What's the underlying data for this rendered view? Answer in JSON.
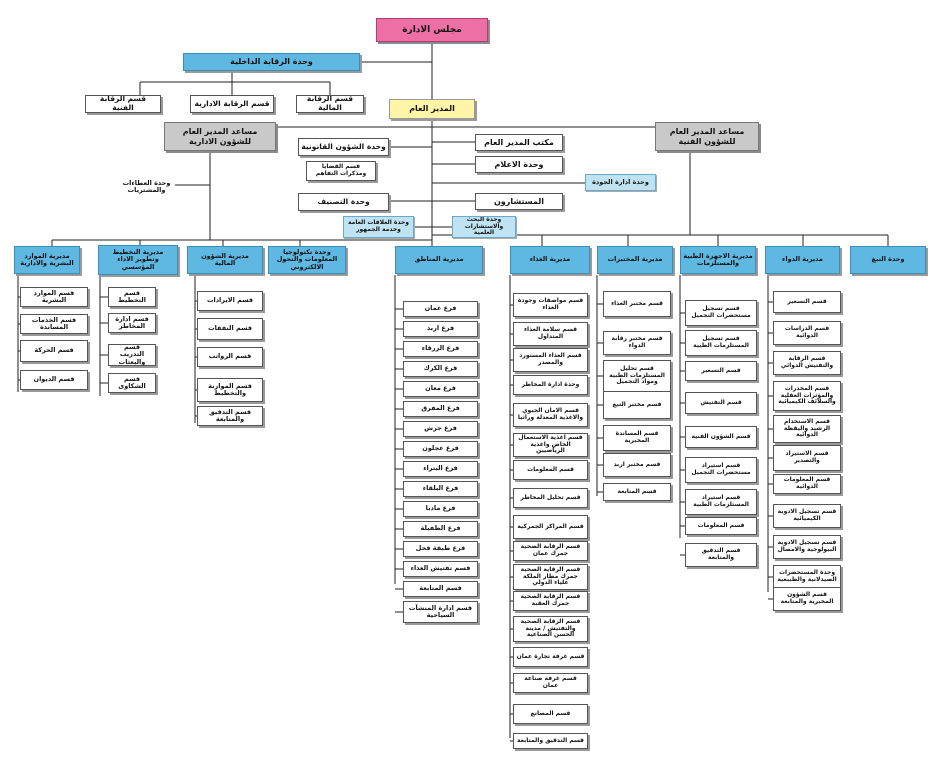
{
  "board": "مجلس الادارة",
  "internal_audit": {
    "unit": "وحدة الرقابة الداخلية",
    "sections": [
      "قسم الرقابة المالية",
      "قسم الرقابة الادارية",
      "قسم الرقابة الفنية"
    ]
  },
  "general_manager": "المدير العام",
  "assistant_admin": "مساعد المدير العام للشؤون الادارية",
  "assistant_tech": "مساعد المدير العام للشؤون الفنية",
  "staff_units": {
    "legal_unit": "وحدة الشؤون القانونية",
    "legal_section": "قسم القضايا ومذكرات التفاهم",
    "tenders_unit": "وحدة العطاءات والمشتريات",
    "classification_unit": "وحدة التصنيف",
    "gm_office": "مكتب المدير العام",
    "media_unit": "وحدة الاعلام",
    "quality_unit": "وحدة ادارة الجودة",
    "advisors": "المستشارون",
    "public_relations": "وحدة العلاقات العامة وخدمة الجمهور",
    "research_unit": "وحدة البحث والاستشارات العلمية"
  },
  "directorates": [
    {
      "name": "مديرية الموارد البشرية والادارية",
      "sections": [
        "قسم الموارد البشرية",
        "قسم الخدمات المساندة",
        "قسم الحركة",
        "قسم الديوان"
      ]
    },
    {
      "name": "مديرية التخطيط وتطوير الاداء المؤسسي",
      "sections": [
        "قسم التخطيط",
        "قسم ادارة المخاطر",
        "قسم التدريب والبعثات",
        "قسم الشكاوى"
      ]
    },
    {
      "name": "مديرية الشؤون المالية",
      "sections": [
        "قسم الايرادات",
        "قسم النفقات",
        "قسم الرواتب",
        "قسم الموازنة والتخطيط",
        "قسم التدقيق والمتابعة"
      ]
    },
    {
      "name": "وحدة تكنولوجيا المعلومات والتحول الالكتروني",
      "sections": []
    },
    {
      "name": "مديرية المناطق",
      "sections": [
        "فرع عمان",
        "فرع اربد",
        "فرع الزرقاء",
        "فرع الكرك",
        "فرع معان",
        "فرع المفرق",
        "فرع جرش",
        "فرع عجلون",
        "فرع البتراء",
        "فرع البلقاء",
        "فرع مادبا",
        "فرع الطفيلة",
        "فرع طبقة فحل",
        "قسم تفتيش الغذاء",
        "قسم المتابعة",
        "قسم ادارة المنشآت السياحية"
      ]
    },
    {
      "name": "مديرية الغذاء",
      "sections": [
        "قسم مواصفات وجودة الغذاء",
        "قسم سلامة الغذاء المتداول",
        "قسم الغذاء المستورد والمصدر",
        "وحدة ادارة المخاطر",
        "قسم الامان الحيوي والاغذية المعدلة وراثيا",
        "قسم اغذية الاستعمال الخاص واغذية الرياضيين",
        "قسم المعلومات",
        "قسم تحليل المخاطر",
        "قسم المراكز الجمركية",
        "قسم الرقابة الصحية جمرك عمان",
        "قسم الرقابة الصحية جمرك مطار الملكة علياء الدولي",
        "قسم الرقابة الصحية جمرك العقبة",
        "قسم الرقابة الصحية والتفتيش / مدينة الحسن الصناعية",
        "قسم غرفة تجارة عمان",
        "قسم غرفة صناعة عمان",
        "قسم المصانع",
        "قسم التدقيق والمتابعة"
      ]
    },
    {
      "name": "مديرية المختبرات",
      "sections": [
        "قسم مختبر الغذاء",
        "قسم مختبر رقابة الدواء",
        "قسم تحليل المستلزمات الطبية ومواد التجميل",
        "قسم مختبر التبغ",
        "قسم المساندة المخبرية",
        "قسم مختبر اربد",
        "قسم المتابعة"
      ]
    },
    {
      "name": "مديرية الاجهزة الطبية والمستلزمات",
      "sections": [
        "قسم تسجيل مستحضرات التجميل",
        "قسم تسجيل المستلزمات الطبية",
        "قسم التسعير",
        "قسم التفتيش",
        "قسم الشؤون الفنية",
        "قسم استيراد مستحضرات التجميل",
        "قسم استيراد المستلزمات الطبية",
        "قسم المعلومات",
        "قسم التدقيق والمتابعة"
      ]
    },
    {
      "name": "مديرية الدواء",
      "sections": [
        "قسم التسعير",
        "قسم الدراسات الدوائية",
        "قسم الرقابة والتفتيش الدوائي",
        "قسم المخدرات والمؤثرات العقلية والسلائف الكيميائية",
        "قسم الاستخدام الرشيد واليقظة الدوائية",
        "قسم الاستيراد والتصدير",
        "قسم المعلومات الدوائية",
        "قسم تسجيل الادوية الكيميائية",
        "قسم تسجيل الادوية البيولوجية والامصال",
        "وحدة المستحضرات الصيدلانية والطبيعية",
        "قسم الشؤون المخبرية والمتابعة"
      ]
    },
    {
      "name": "وحدة التبغ",
      "sections": []
    }
  ]
}
